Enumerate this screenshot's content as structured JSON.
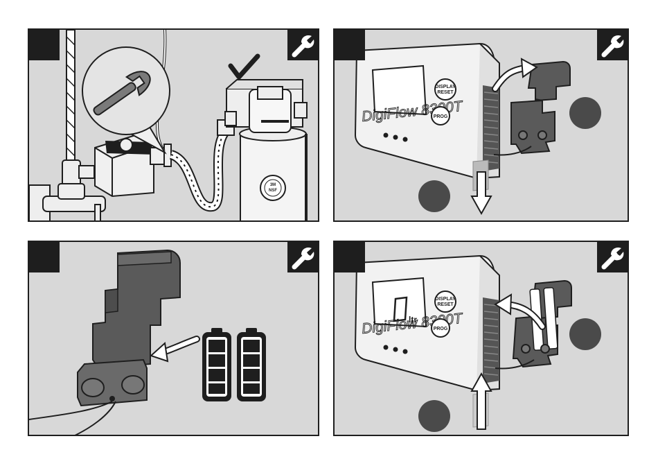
{
  "device": {
    "brand_model": "DigiFlow 8300T",
    "button_display_line1": "DISPLAY",
    "button_display_line2": "RESET",
    "button_prog": "PROG",
    "unit_label": "ltr"
  },
  "colors": {
    "outline": "#1e1e1e",
    "background": "#d8d8d8",
    "battery_housing": "#5a5a5a",
    "callout_circle": "#4a4a4a"
  },
  "icons": {
    "tool_badge": "wrench-icon",
    "confirm": "check-mark-icon"
  }
}
